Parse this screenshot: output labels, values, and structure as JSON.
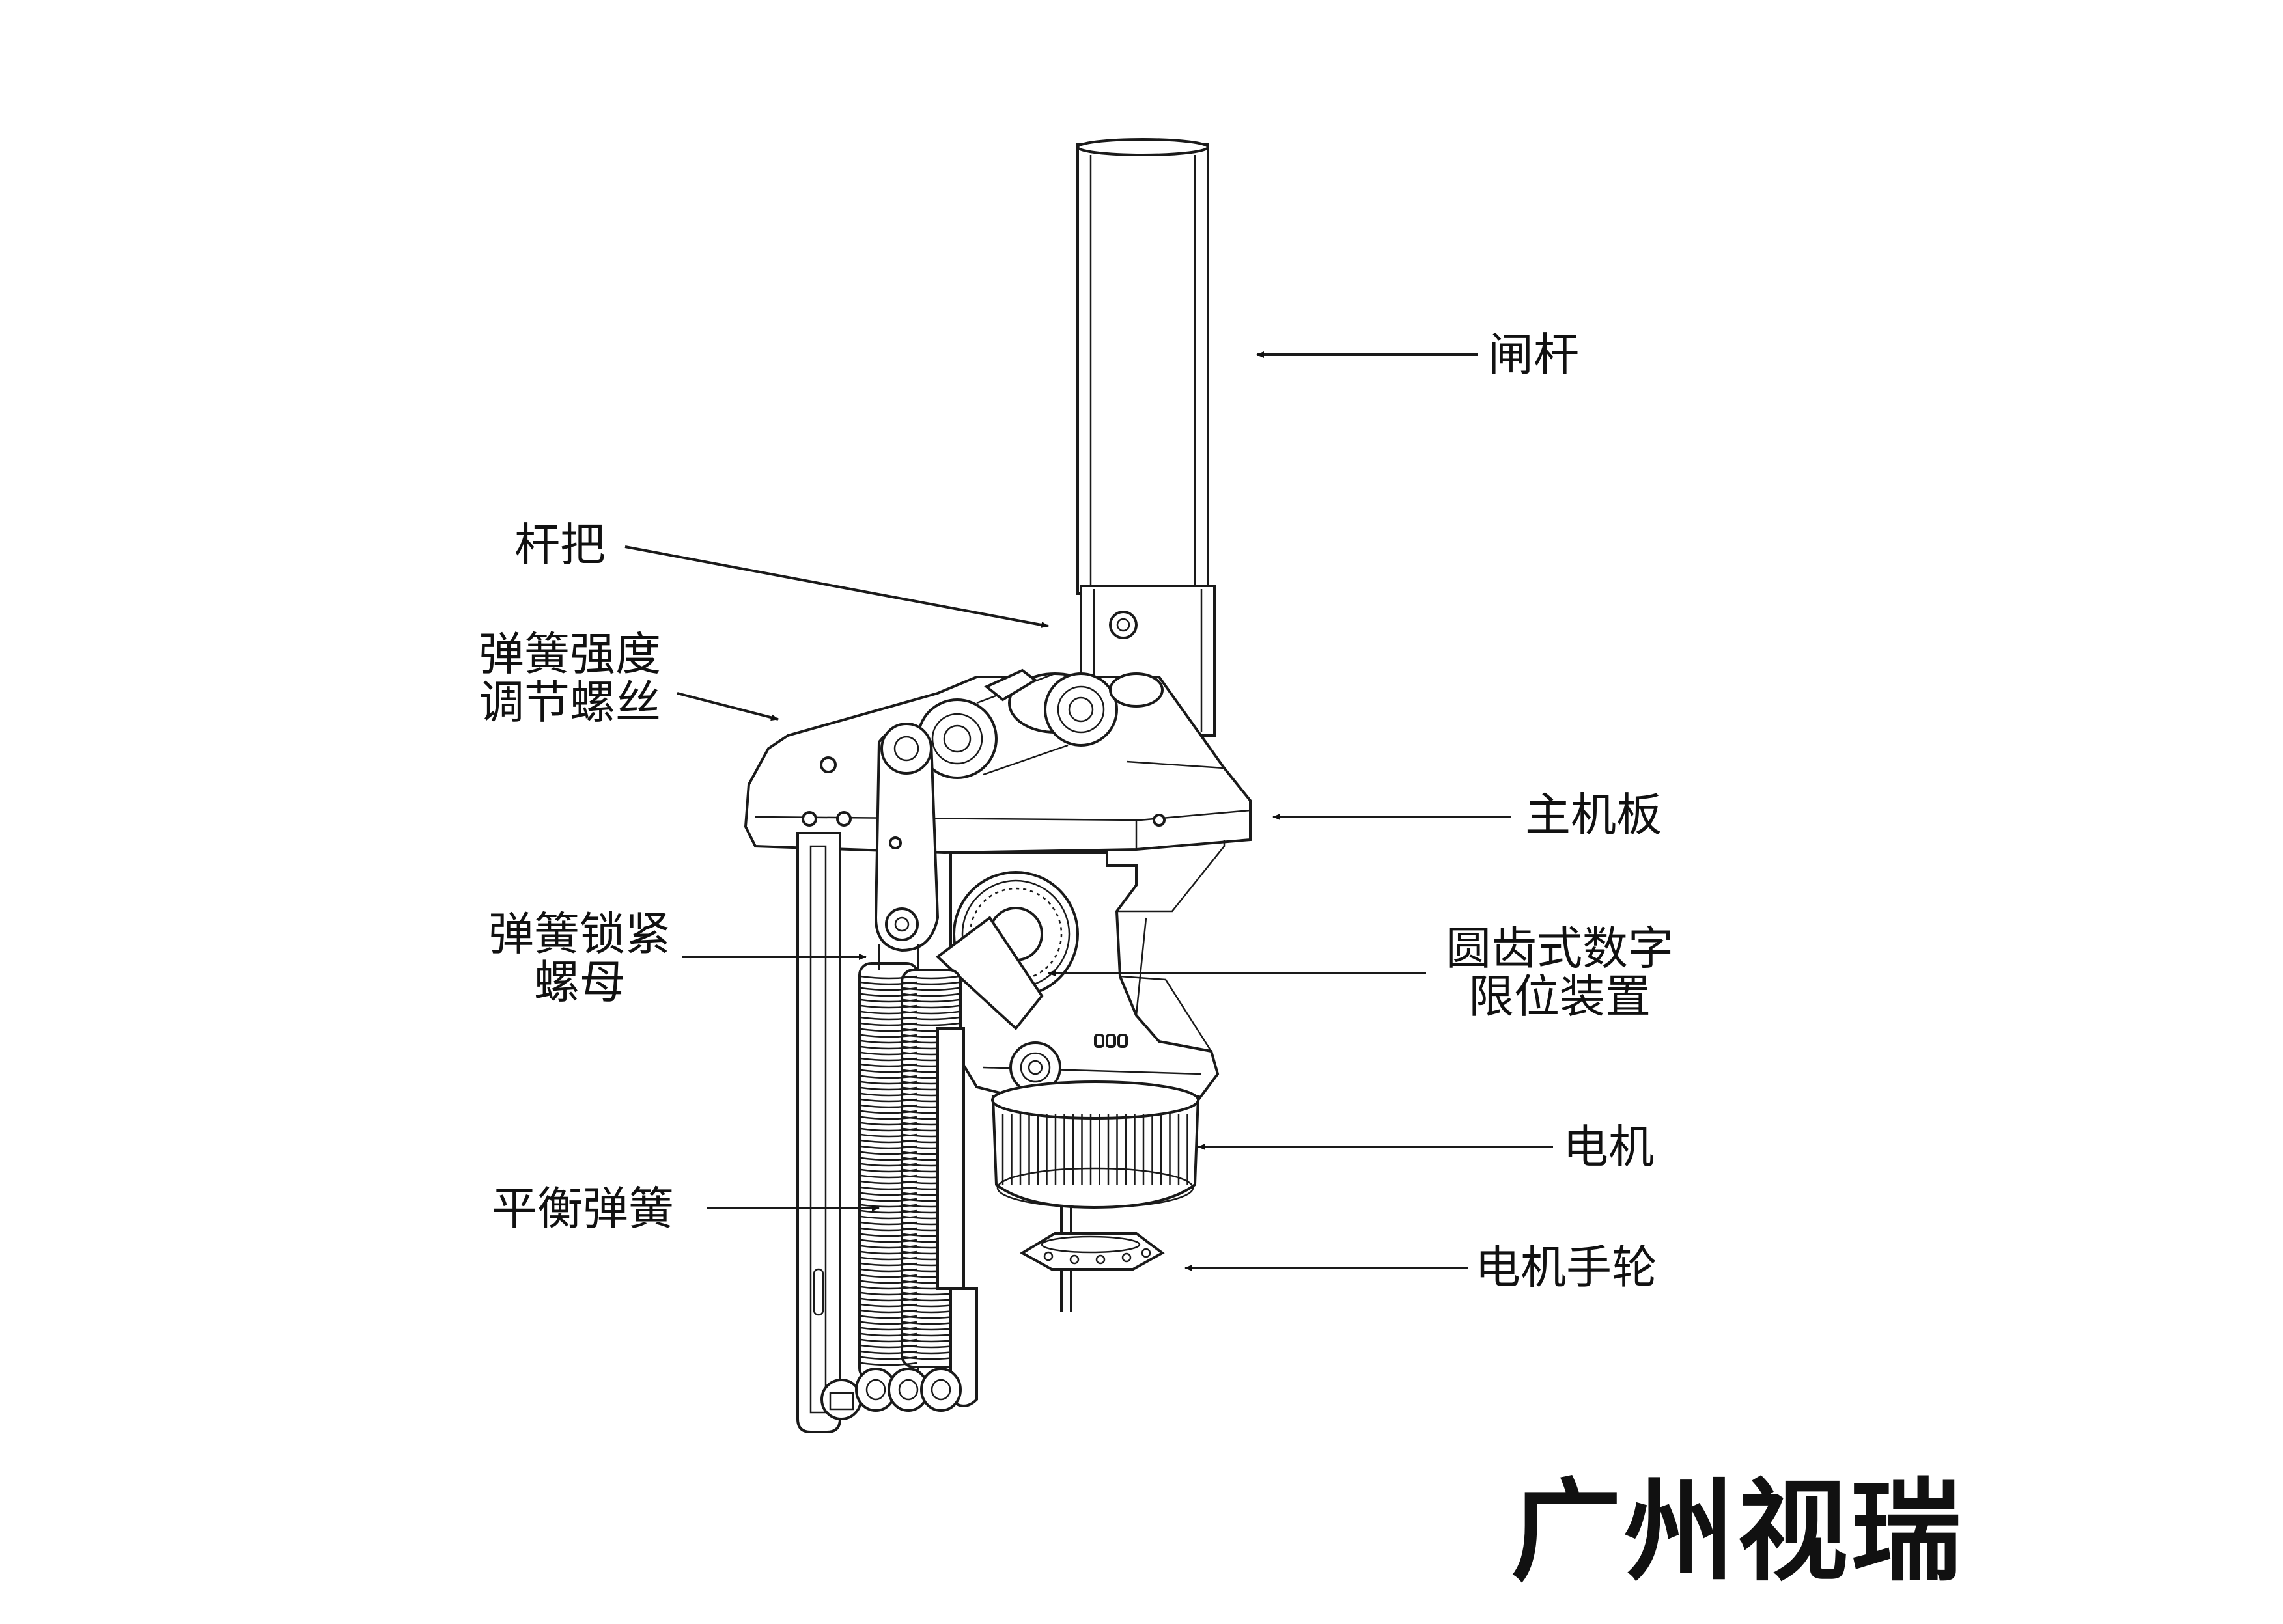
{
  "labels": {
    "gate_arm": "闸杆",
    "arm_handle": "杆把",
    "spring_strength_screw_l1": "弹簧强度",
    "spring_strength_screw_l2": "调节螺丝",
    "main_board": "主机板",
    "spring_lock_nut_l1": "弹簧锁紧",
    "spring_lock_nut_l2": "螺母",
    "digital_limit_l1": "圆齿式数字",
    "digital_limit_l2": "限位装置",
    "motor": "电机",
    "balance_spring": "平衡弹簧",
    "motor_handwheel": "电机手轮"
  },
  "brand": "广州视瑞"
}
